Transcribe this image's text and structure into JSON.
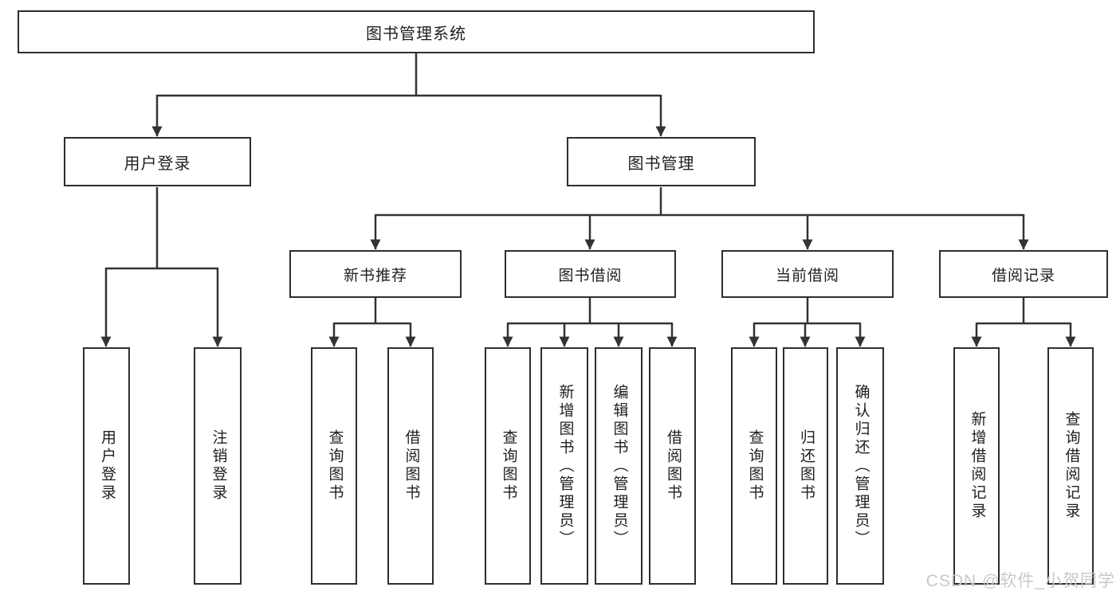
{
  "title": "图书管理系统",
  "watermark": "CSDN @软件_小贺同学",
  "colors": {
    "line": "#333333",
    "border": "#2e2e2e",
    "text": "#1f1f1f",
    "watermark": "#c9c9c9",
    "background": "#ffffff"
  },
  "tree": {
    "root": {
      "label": "图书管理系统"
    },
    "branches": [
      {
        "label": "用户登录",
        "children": [
          "用户登录",
          "注销登录"
        ]
      },
      {
        "label": "图书管理",
        "children": [
          {
            "label": "新书推荐",
            "children": [
              "查询图书",
              "借阅图书"
            ]
          },
          {
            "label": "图书借阅",
            "children": [
              "查询图书",
              "新增图书（管理员）",
              "编辑图书（管理员）",
              "借阅图书"
            ]
          },
          {
            "label": "当前借阅",
            "children": [
              "查询图书",
              "归还图书",
              "确认归还（管理员）"
            ]
          },
          {
            "label": "借阅记录",
            "children": [
              "新增借阅记录",
              "查询借阅记录"
            ]
          }
        ]
      }
    ]
  }
}
